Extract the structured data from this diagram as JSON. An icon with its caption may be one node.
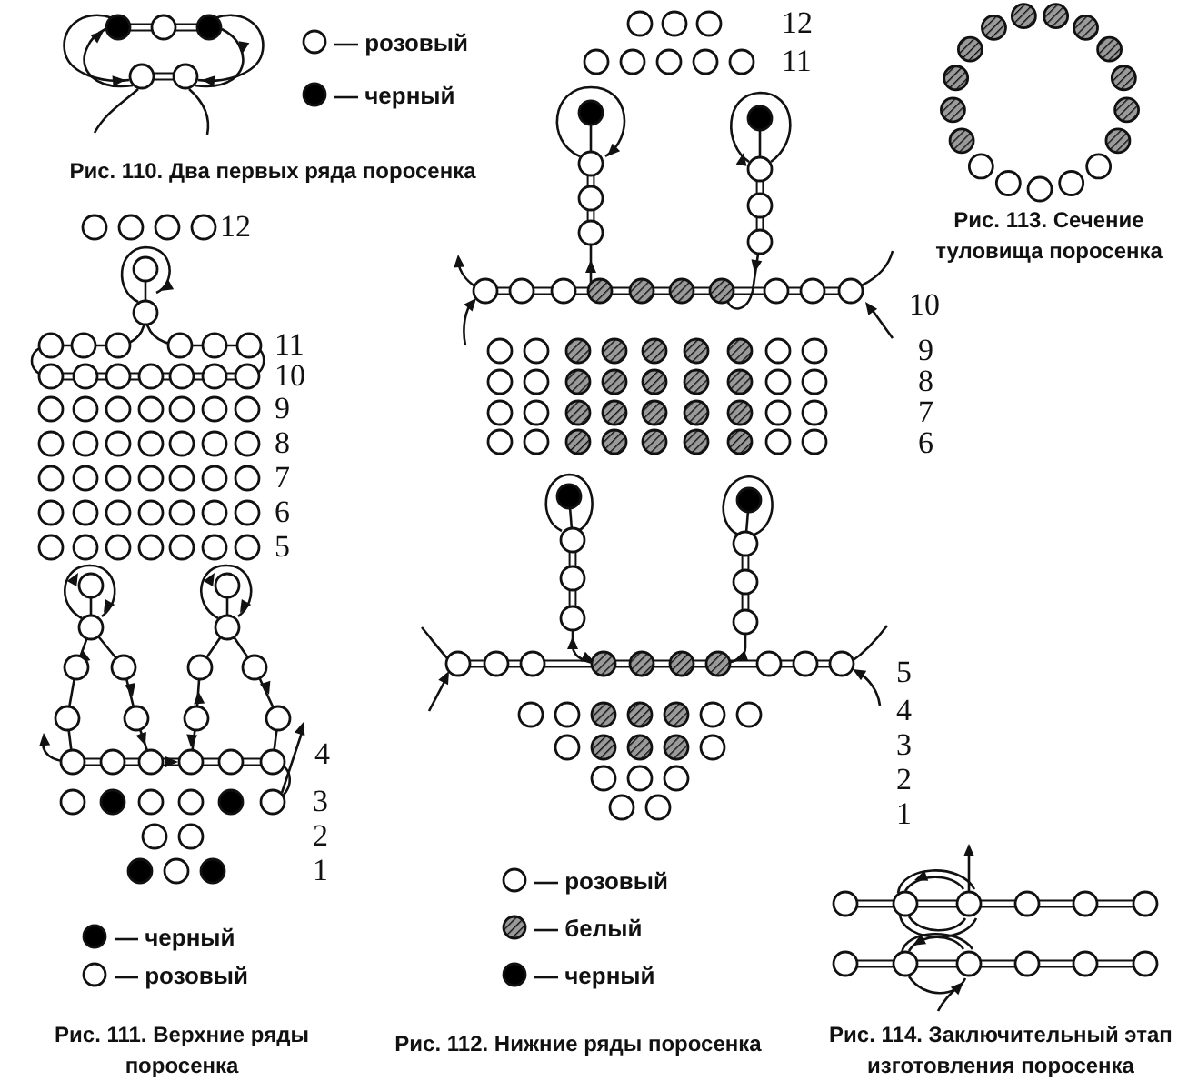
{
  "diagram": {
    "labels": [
      "Рис. 110. Два первых ряда поросенка",
      "12",
      "11",
      "10",
      "9",
      "8",
      "7",
      "6",
      "5",
      "4",
      "3",
      "2",
      "1",
      "Рис. 111. Верхние ряды поросенка",
      "12",
      "11",
      "10",
      "9",
      "8",
      "7",
      "6",
      "5",
      "4",
      "3",
      "2",
      "1",
      "Рис. 112. Нижние ряды поросенка",
      "Рис. 113. Сечение туловища поросенка",
      "Рис. 114. Заключительный этап изготовления поросенка"
    ],
    "legend": [
      {
        "text": "— розовый"
      },
      {
        "text": "— черный",
        "color": "#000000"
      },
      {
        "text": "— черный",
        "color": "#000000"
      },
      {
        "text": "— розовый"
      },
      {
        "text": "— розовый"
      },
      {
        "text": "— белый",
        "color": "#9a9a9a"
      },
      {
        "text": "— черный",
        "color": "#000000"
      }
    ]
  }
}
